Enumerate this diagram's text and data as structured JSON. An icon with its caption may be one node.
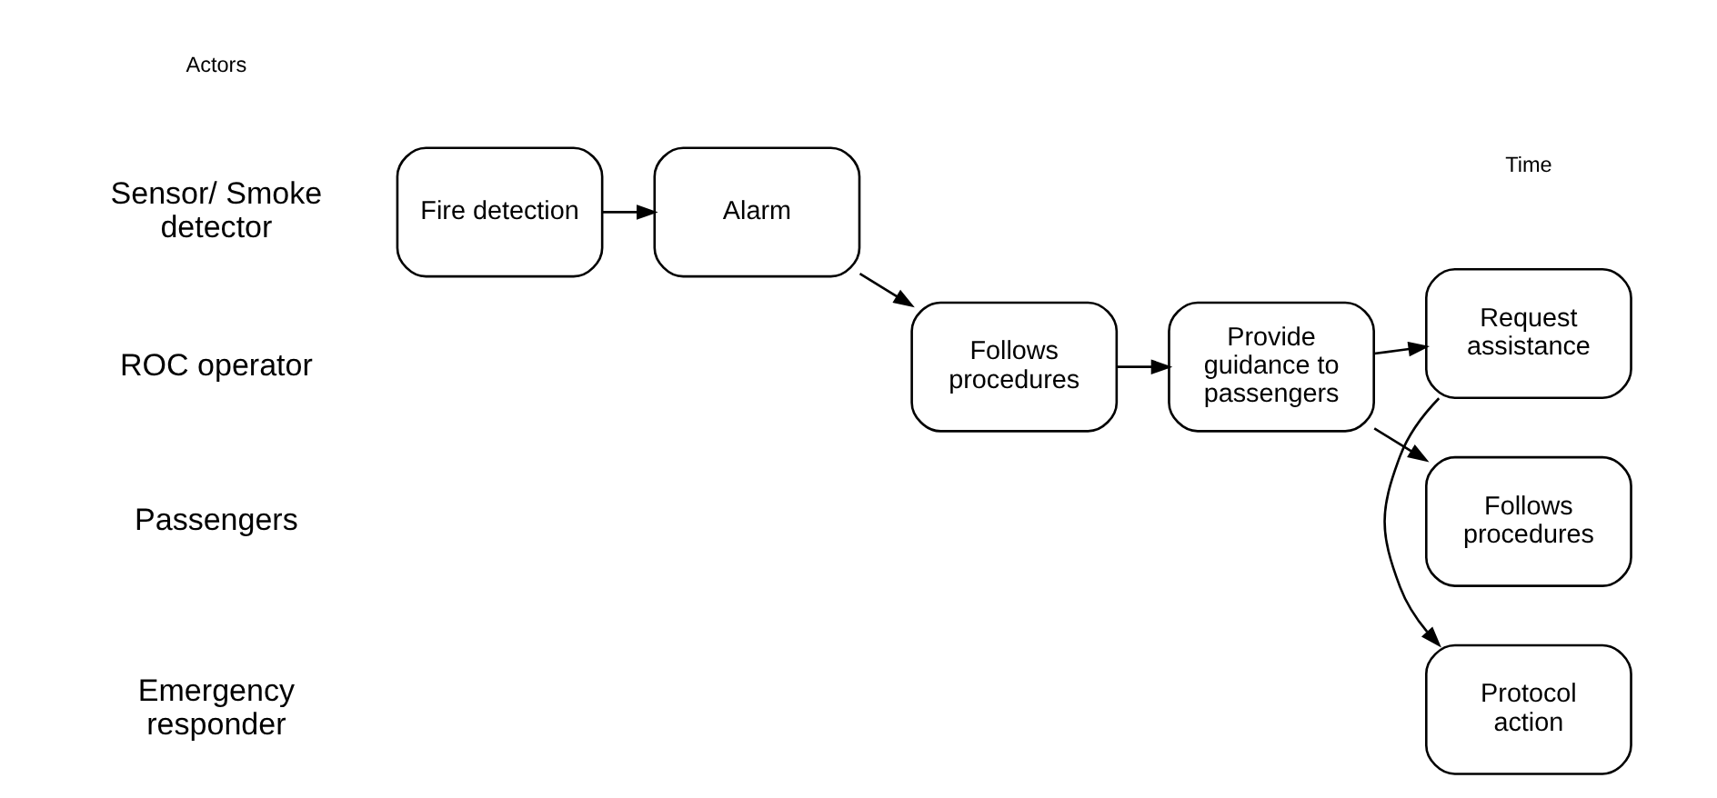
{
  "diagram": {
    "nodes": [
      {
        "text": [
          "Fire detection"
        ]
      },
      {
        "text": [
          "Alarm"
        ]
      },
      {
        "text": [
          "Follows procedures"
        ]
      },
      {
        "text": [
          "Provide guidance to passengers"
        ]
      },
      {
        "text": [
          "Request assistance"
        ]
      },
      {
        "text": [
          "Follows procedures"
        ]
      },
      {
        "text": [
          "Protocol action"
        ]
      }
    ],
    "edges": [
      {
        "from": 0,
        "to": 1,
        "arrow": "to"
      },
      {
        "from": 1,
        "to": 2,
        "arrow": "to"
      },
      {
        "from": 2,
        "to": 3,
        "arrow": "to"
      },
      {
        "from": 3,
        "to": 4,
        "arrow": "to"
      },
      {
        "from": 3,
        "to": 5,
        "arrow": "to"
      },
      {
        "from": 4,
        "to": 6,
        "arrow": "to"
      }
    ],
    "labels": [
      "Actors",
      "Time",
      "Sensor/ Smoke detector",
      "ROC operator",
      "Passengers",
      "Emergency responder"
    ]
  }
}
